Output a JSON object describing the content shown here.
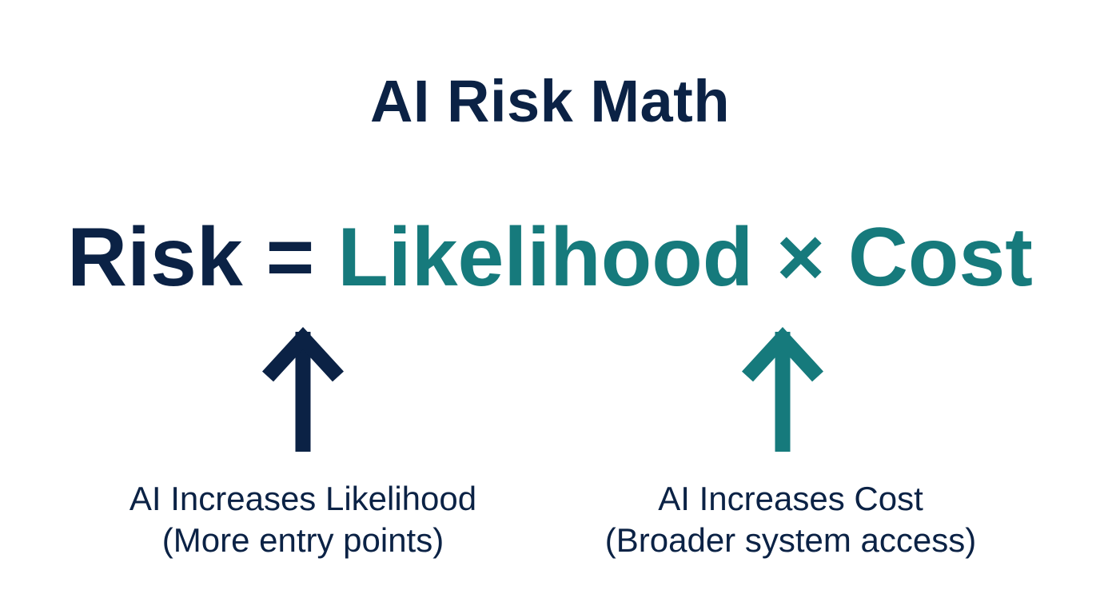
{
  "title": "AI Risk Math",
  "equation": {
    "risk": "Risk",
    "equals": "=",
    "likelihood": "Likelihood",
    "times": "×",
    "cost": "Cost"
  },
  "annotations": [
    {
      "line1": "AI Increases Likelihood",
      "line2": "(More entry points)",
      "arrow_icon": "arrow-up-icon",
      "color": "#0b2245"
    },
    {
      "line1": "AI Increases Cost",
      "line2": "(Broader system access)",
      "arrow_icon": "arrow-up-icon",
      "color": "#167a7c"
    }
  ],
  "colors": {
    "navy": "#0b2245",
    "teal": "#167a7c",
    "background": "#ffffff"
  }
}
